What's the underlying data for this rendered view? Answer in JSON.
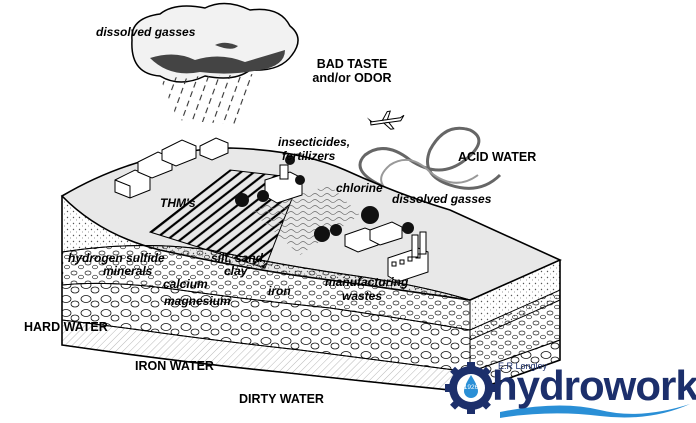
{
  "labels": {
    "dissolved_gasses_top": "dissolved gasses",
    "bad_taste_line1": "BAD TASTE",
    "bad_taste_line2": "and/or ODOR",
    "insecticides": "insecticides,",
    "fertilizers": "fertilizers",
    "acid_water": "ACID WATER",
    "chlorine": "chlorine",
    "dissolved_gasses_right": "dissolved gasses",
    "thms": "THM's",
    "hydrogen_sulfide": "hydrogen sulfide",
    "minerals": "minerals",
    "silt_sand": "silt, sand,",
    "clay": "clay",
    "calcium": "calcium",
    "iron": "iron",
    "magnesium": "magnesium",
    "manufacturing": "manufacturing",
    "wastes": "wastes",
    "hard_water": "HARD WATER",
    "iron_water": "IRON WATER",
    "dirty_water": "DIRTY WATER"
  },
  "logo": {
    "company_small": "E.R Longley",
    "year": "1926",
    "wordmark": "hydroworks",
    "colors": {
      "navy": "#1c2f6b",
      "blue": "#2a8fd6"
    }
  }
}
